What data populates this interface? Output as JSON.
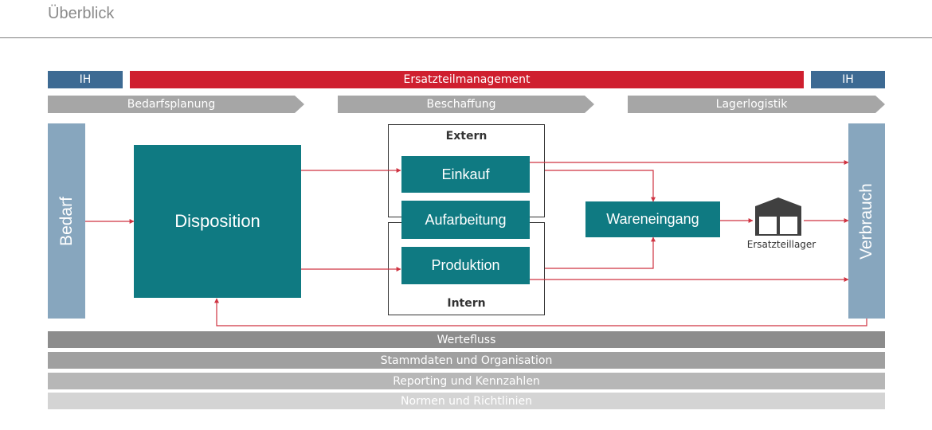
{
  "header": {
    "title": "Überblick"
  },
  "top_bar": {
    "ih_left": "IH",
    "main": "Ersatzteilmanagement",
    "ih_right": "IH"
  },
  "phases": [
    "Bedarfsplanung",
    "Beschaffung",
    "Lagerlogistik"
  ],
  "diagram": {
    "bedarf": "Bedarf",
    "verbrauch": "Verbrauch",
    "disposition": "Disposition",
    "extern": "Extern",
    "intern": "Intern",
    "einkauf": "Einkauf",
    "aufarbeitung": "Aufarbeitung",
    "produktion": "Produktion",
    "wareneingang": "Wareneingang",
    "lager": "Ersatzteillager"
  },
  "footer_bars": [
    "Wertefluss",
    "Stammdaten und Organisation",
    "Reporting und Kennzahlen",
    "Normen und Richtlinien"
  ],
  "colors": {
    "accent_red": "#cf1f2f",
    "ih_blue": "#3d6a93",
    "teal": "#0f7a82",
    "steel_blue": "#87a6be",
    "arrow": "#cf3341"
  }
}
